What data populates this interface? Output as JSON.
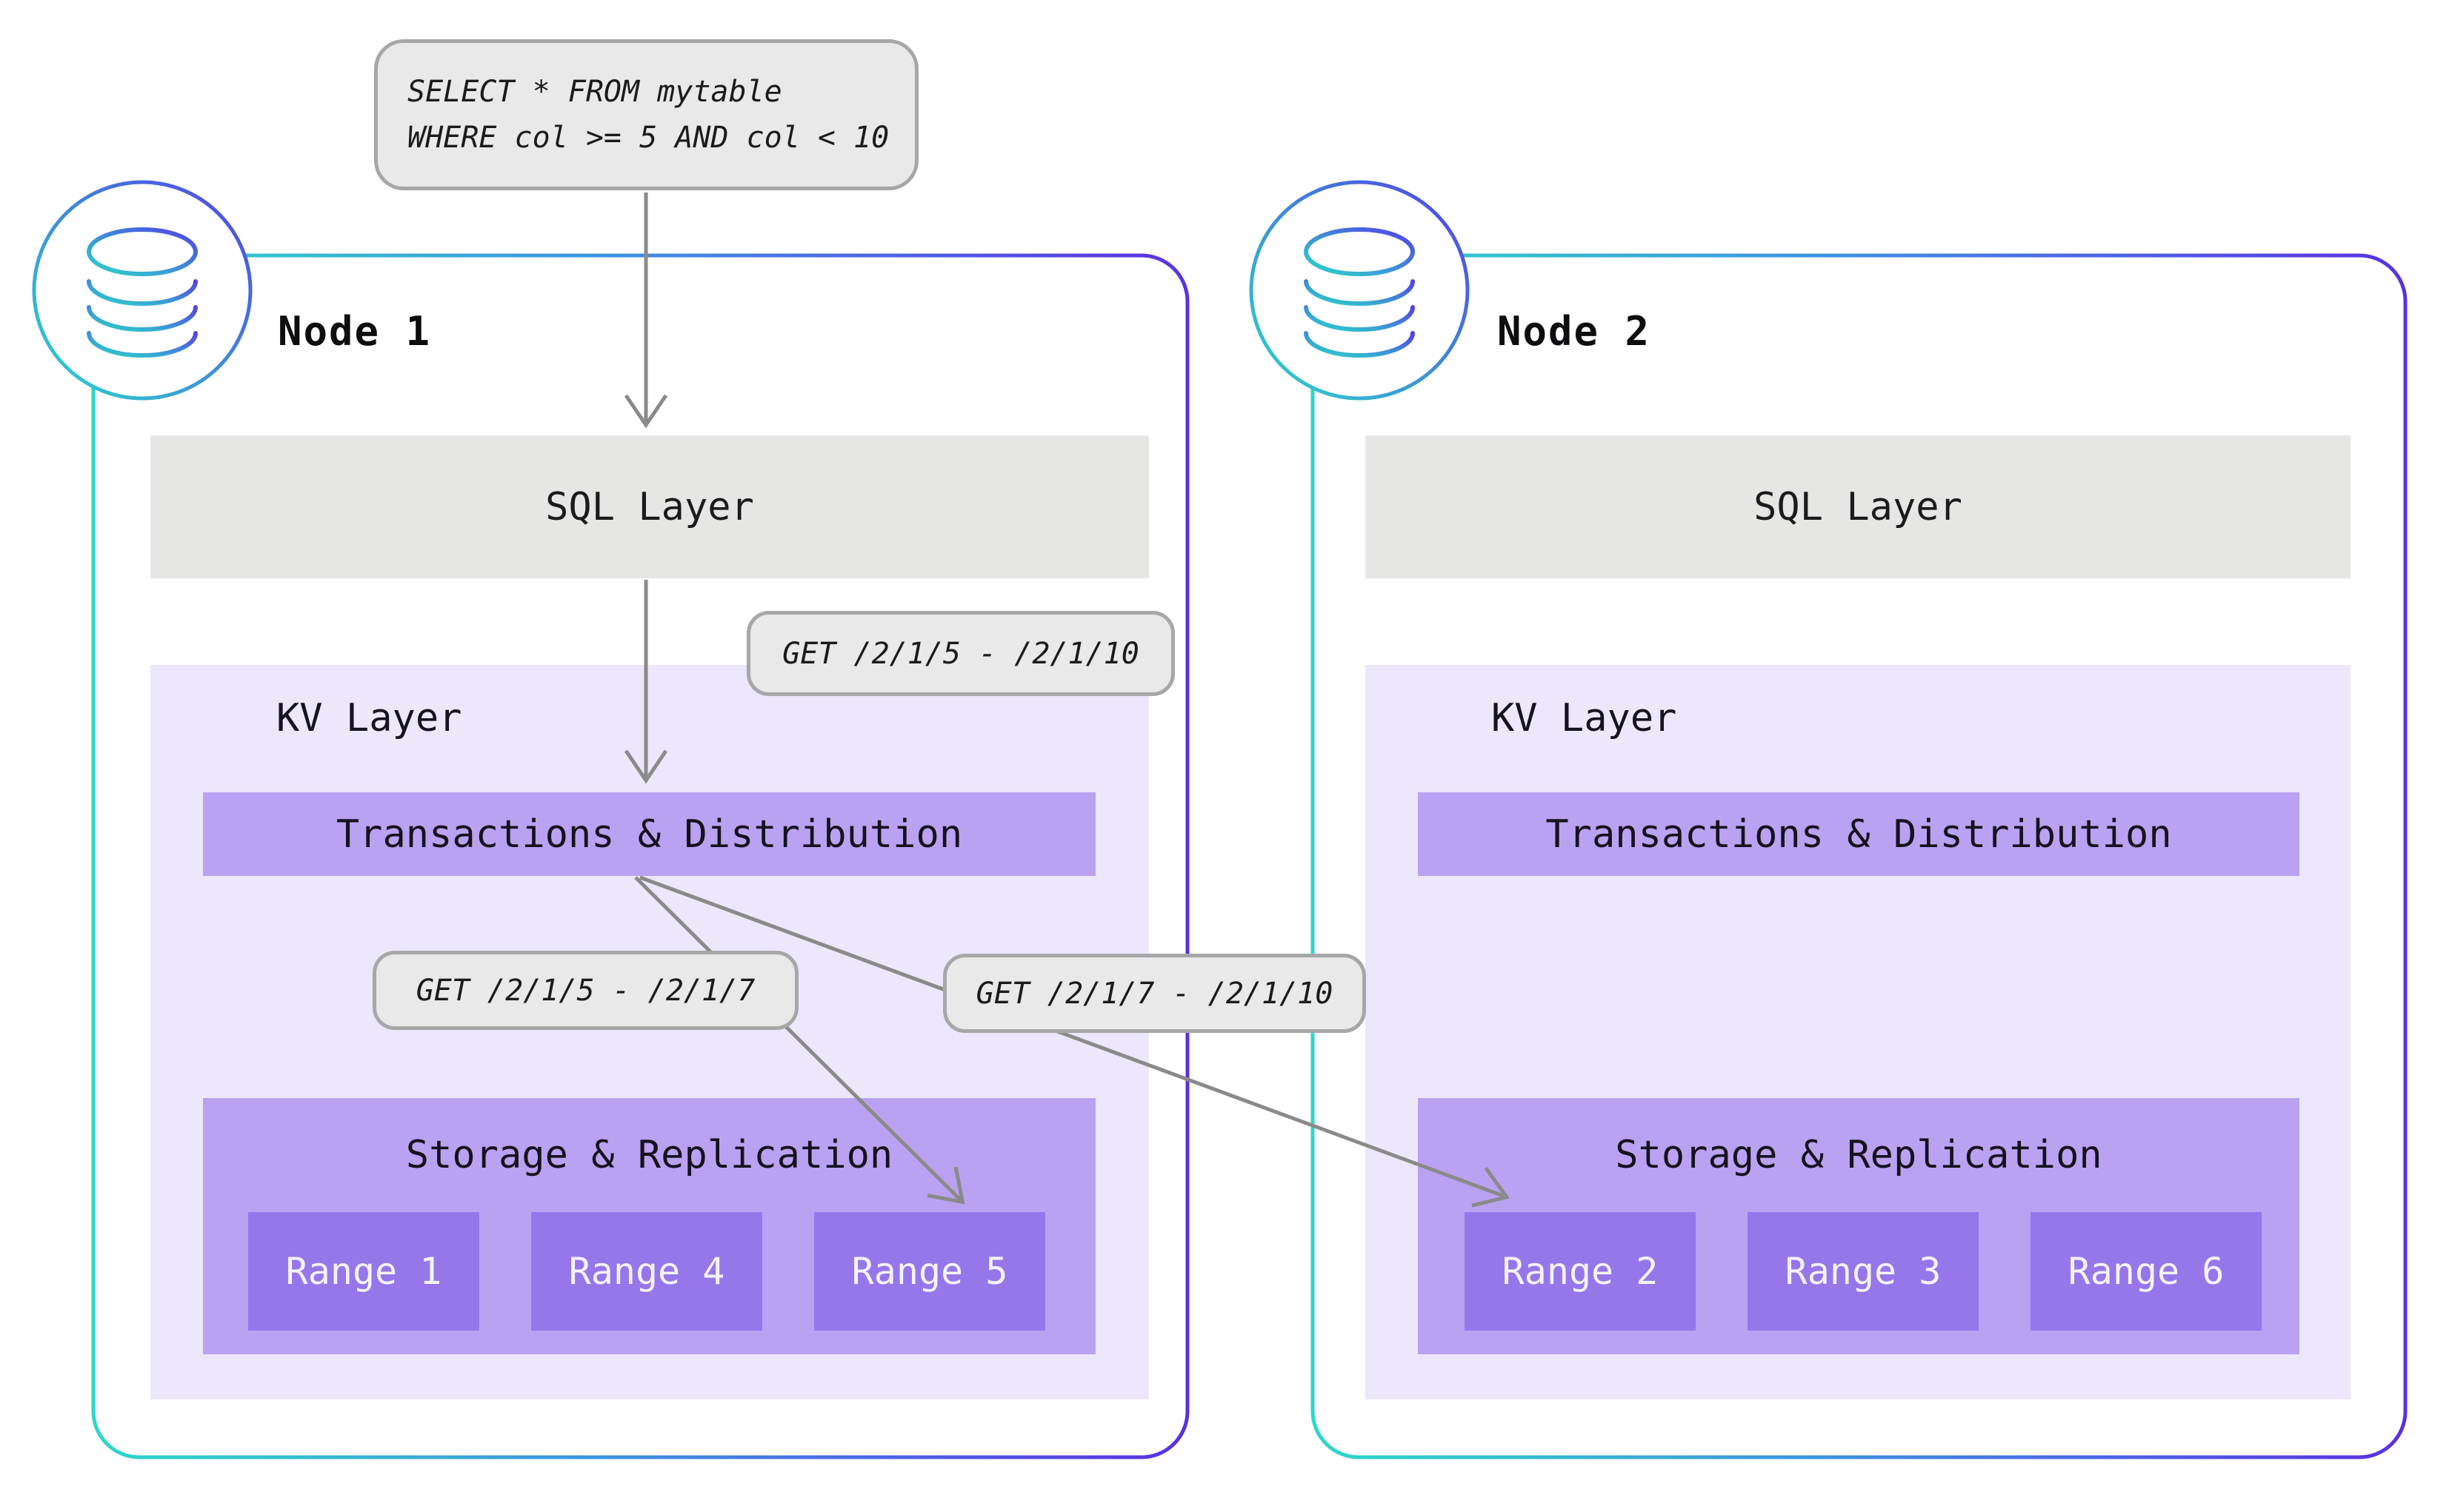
{
  "query_box": {
    "lines": [
      "SELECT * FROM mytable",
      "WHERE col >= 5 AND col < 10"
    ]
  },
  "request_labels": {
    "full_range": "GET /2/1/5 - /2/1/10",
    "left_split": "GET /2/1/5 - /2/1/7",
    "right_split": "GET /2/1/7 - /2/1/10"
  },
  "nodes": [
    {
      "title": "Node 1",
      "sql_layer_label": "SQL Layer",
      "kv_layer_label": "KV Layer",
      "transactions_label": "Transactions & Distribution",
      "storage_label": "Storage & Replication",
      "ranges": [
        "Range 1",
        "Range 4",
        "Range 5"
      ]
    },
    {
      "title": "Node 2",
      "sql_layer_label": "SQL Layer",
      "kv_layer_label": "KV Layer",
      "transactions_label": "Transactions & Distribution",
      "storage_label": "Storage & Replication",
      "ranges": [
        "Range 2",
        "Range 3",
        "Range 6"
      ]
    }
  ],
  "icons": {
    "node": "database-icon"
  },
  "colors": {
    "node_border_gradient_start": "#2BD8C9",
    "node_border_gradient_end": "#5B30E2",
    "kv_layer_bg": "#ECE7FA",
    "layer_bar_bg": "#BAA2F2",
    "range_box_bg": "#9577EA",
    "sql_bar_bg": "#E6E7E5",
    "callout_bg": "#E8E9E8",
    "callout_border": "#A5A7A9",
    "arrow": "#8A8A8A",
    "range_text": "#F5F2FD",
    "text": "#1A1A1A"
  }
}
